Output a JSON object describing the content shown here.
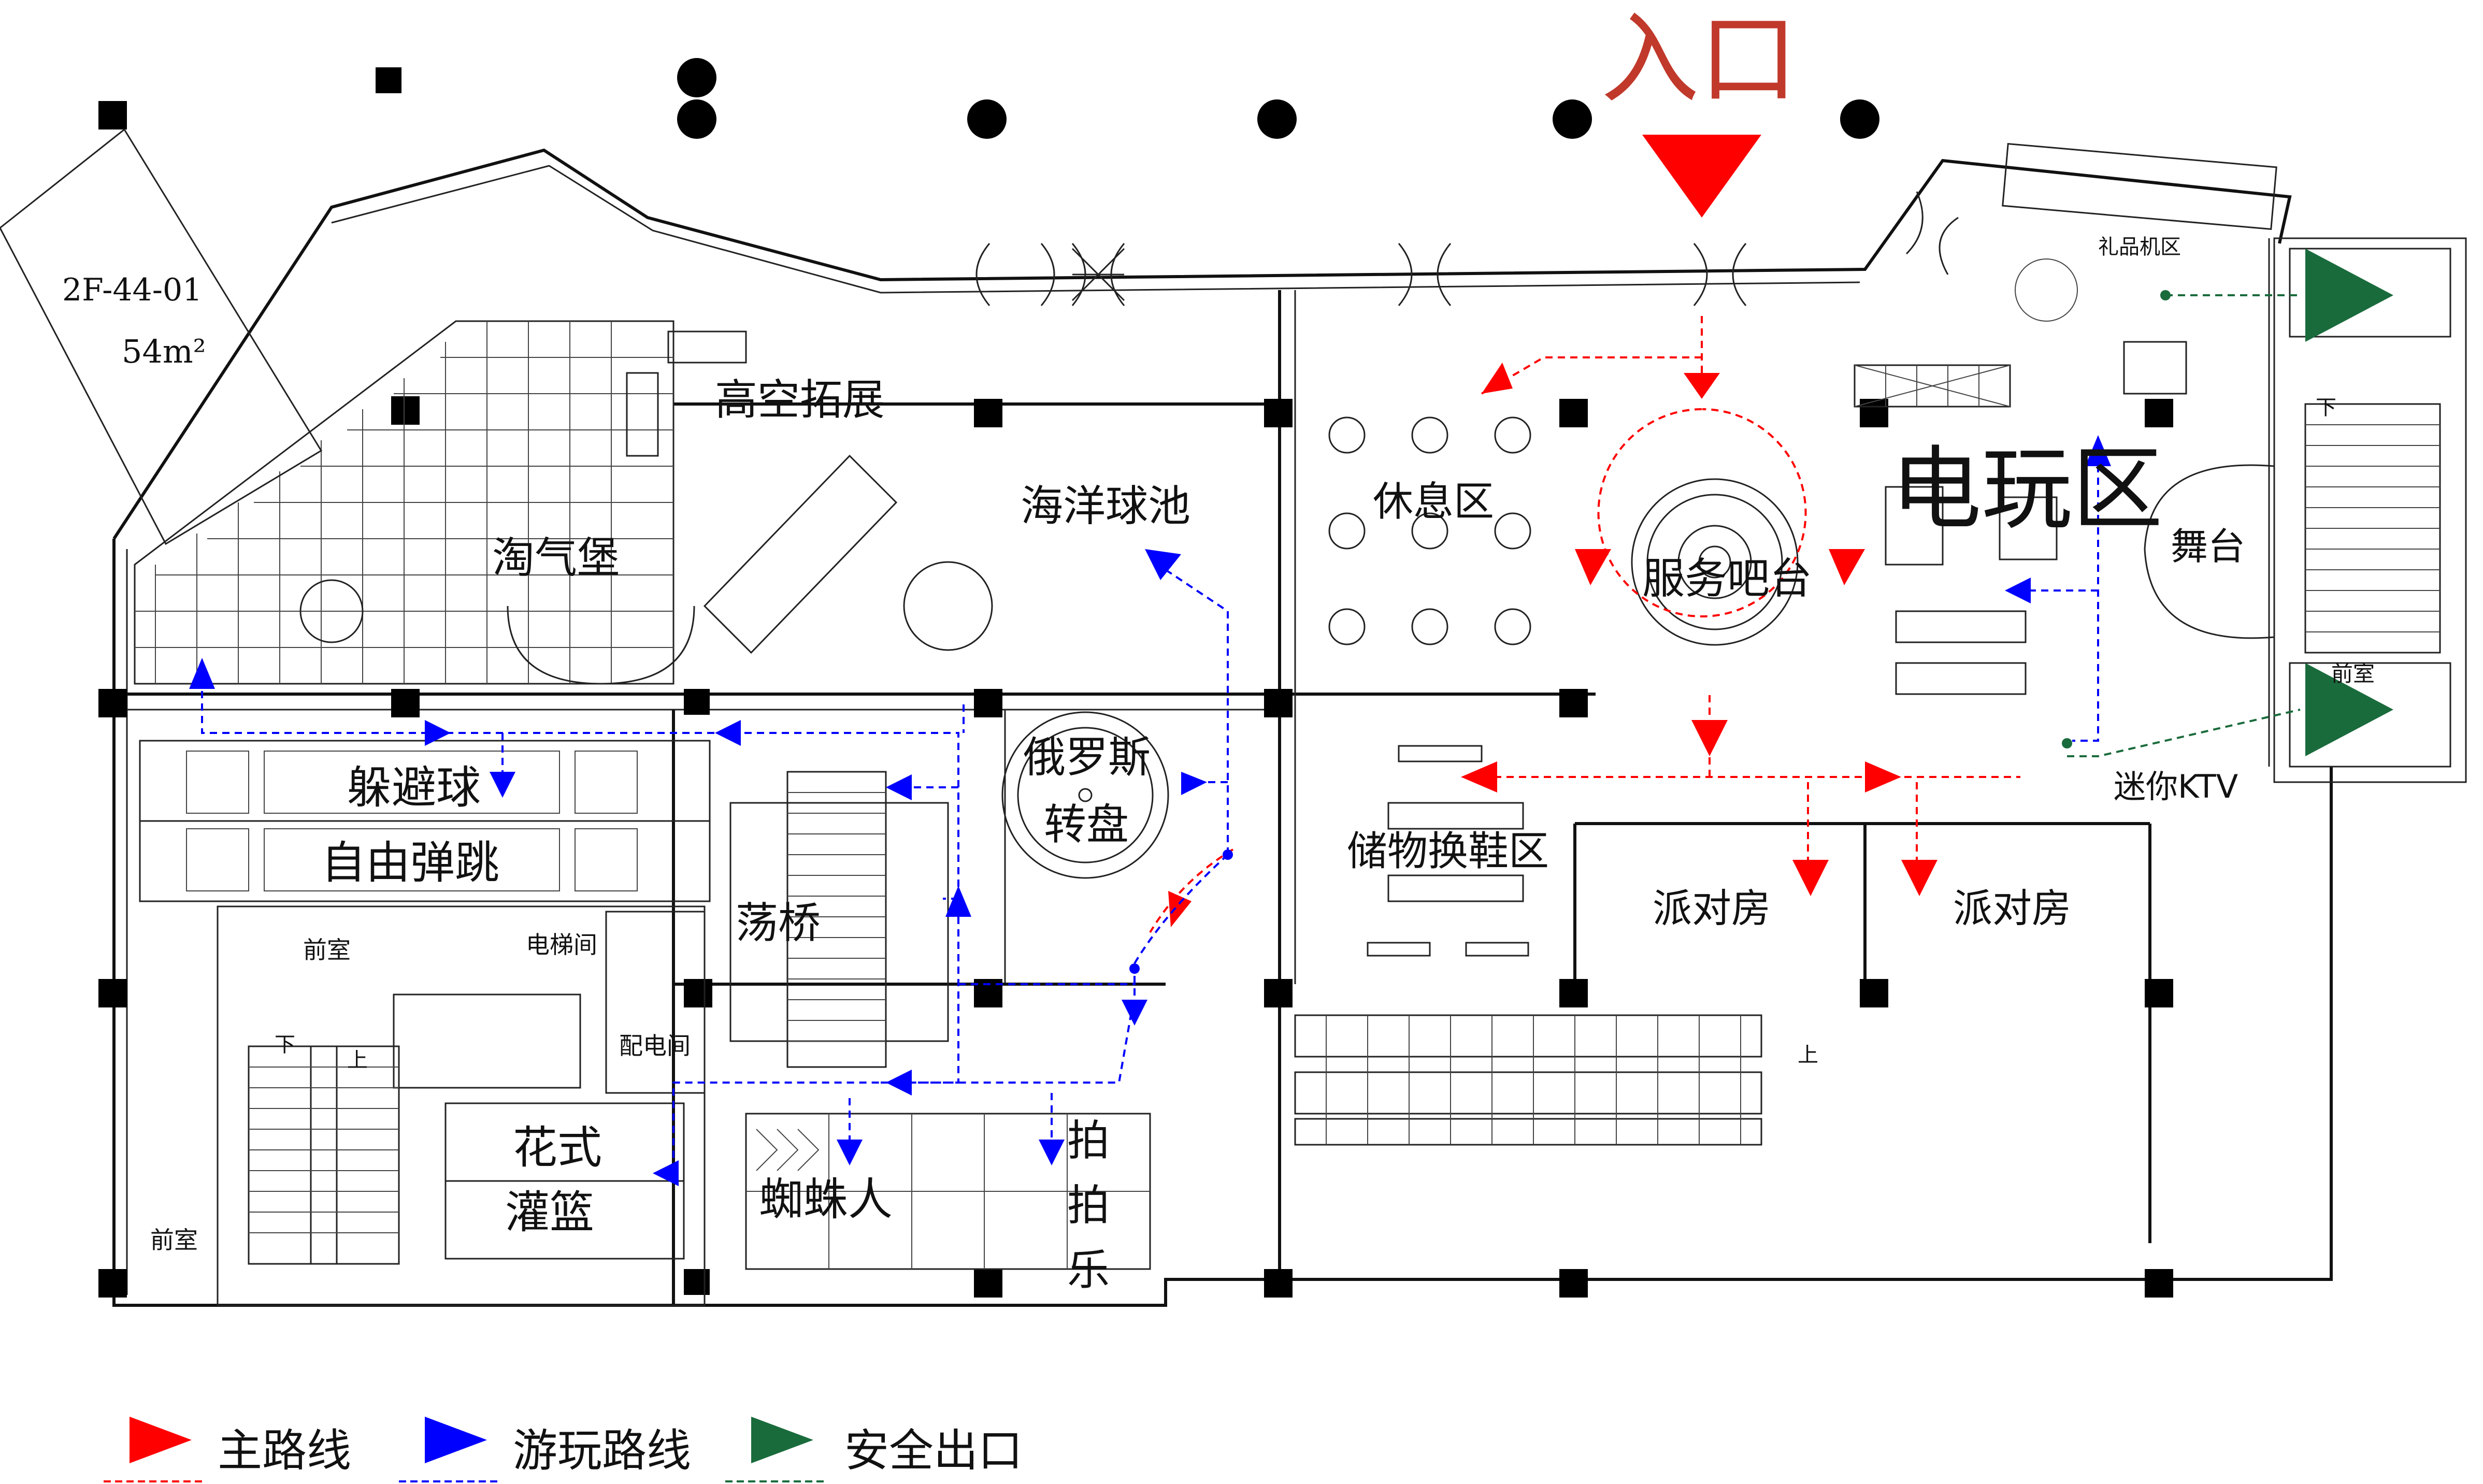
{
  "title": {
    "entrance": "入口"
  },
  "colors": {
    "main_route": "#ff0000",
    "play_route": "#0000ff",
    "exit": "#1a6b3c",
    "line": "#111111"
  },
  "unit": {
    "code": "2F-44-01",
    "area": "54m²"
  },
  "zones": {
    "high_altitude": "高空拓展",
    "naughty_castle": "淘气堡",
    "ocean_ball_pool": "海洋球池",
    "rest_area": "休息区",
    "service_desk": "服务吧台",
    "arcade": "电玩区",
    "gift_machine": "礼品机区",
    "stage": "舞台",
    "dodgeball": "躲避球",
    "free_bounce": "自由弹跳",
    "russian_turntable_1": "俄罗斯",
    "russian_turntable_2": "转盘",
    "locker_shoes": "储物换鞋区",
    "party_room_1": "派对房",
    "party_room_2": "派对房",
    "mini_ktv": "迷你KTV",
    "swing_bridge": "荡桥",
    "front_room_1": "前室",
    "front_room_2": "前室",
    "front_room_3": "前室",
    "elevator_room": "电梯间",
    "power_room": "配电间",
    "fancy_basket_1": "花式",
    "fancy_basket_2": "灌篮",
    "spiderman": "蜘蛛人",
    "pat_1": "拍",
    "pat_2": "拍",
    "pat_3": "乐"
  },
  "stairs": {
    "down": "下",
    "up": "上"
  },
  "legend": [
    {
      "label": "主路线",
      "color": "#ff0000"
    },
    {
      "label": "游玩路线",
      "color": "#0000ff"
    },
    {
      "label": "安全出口",
      "color": "#1a6b3c"
    }
  ]
}
